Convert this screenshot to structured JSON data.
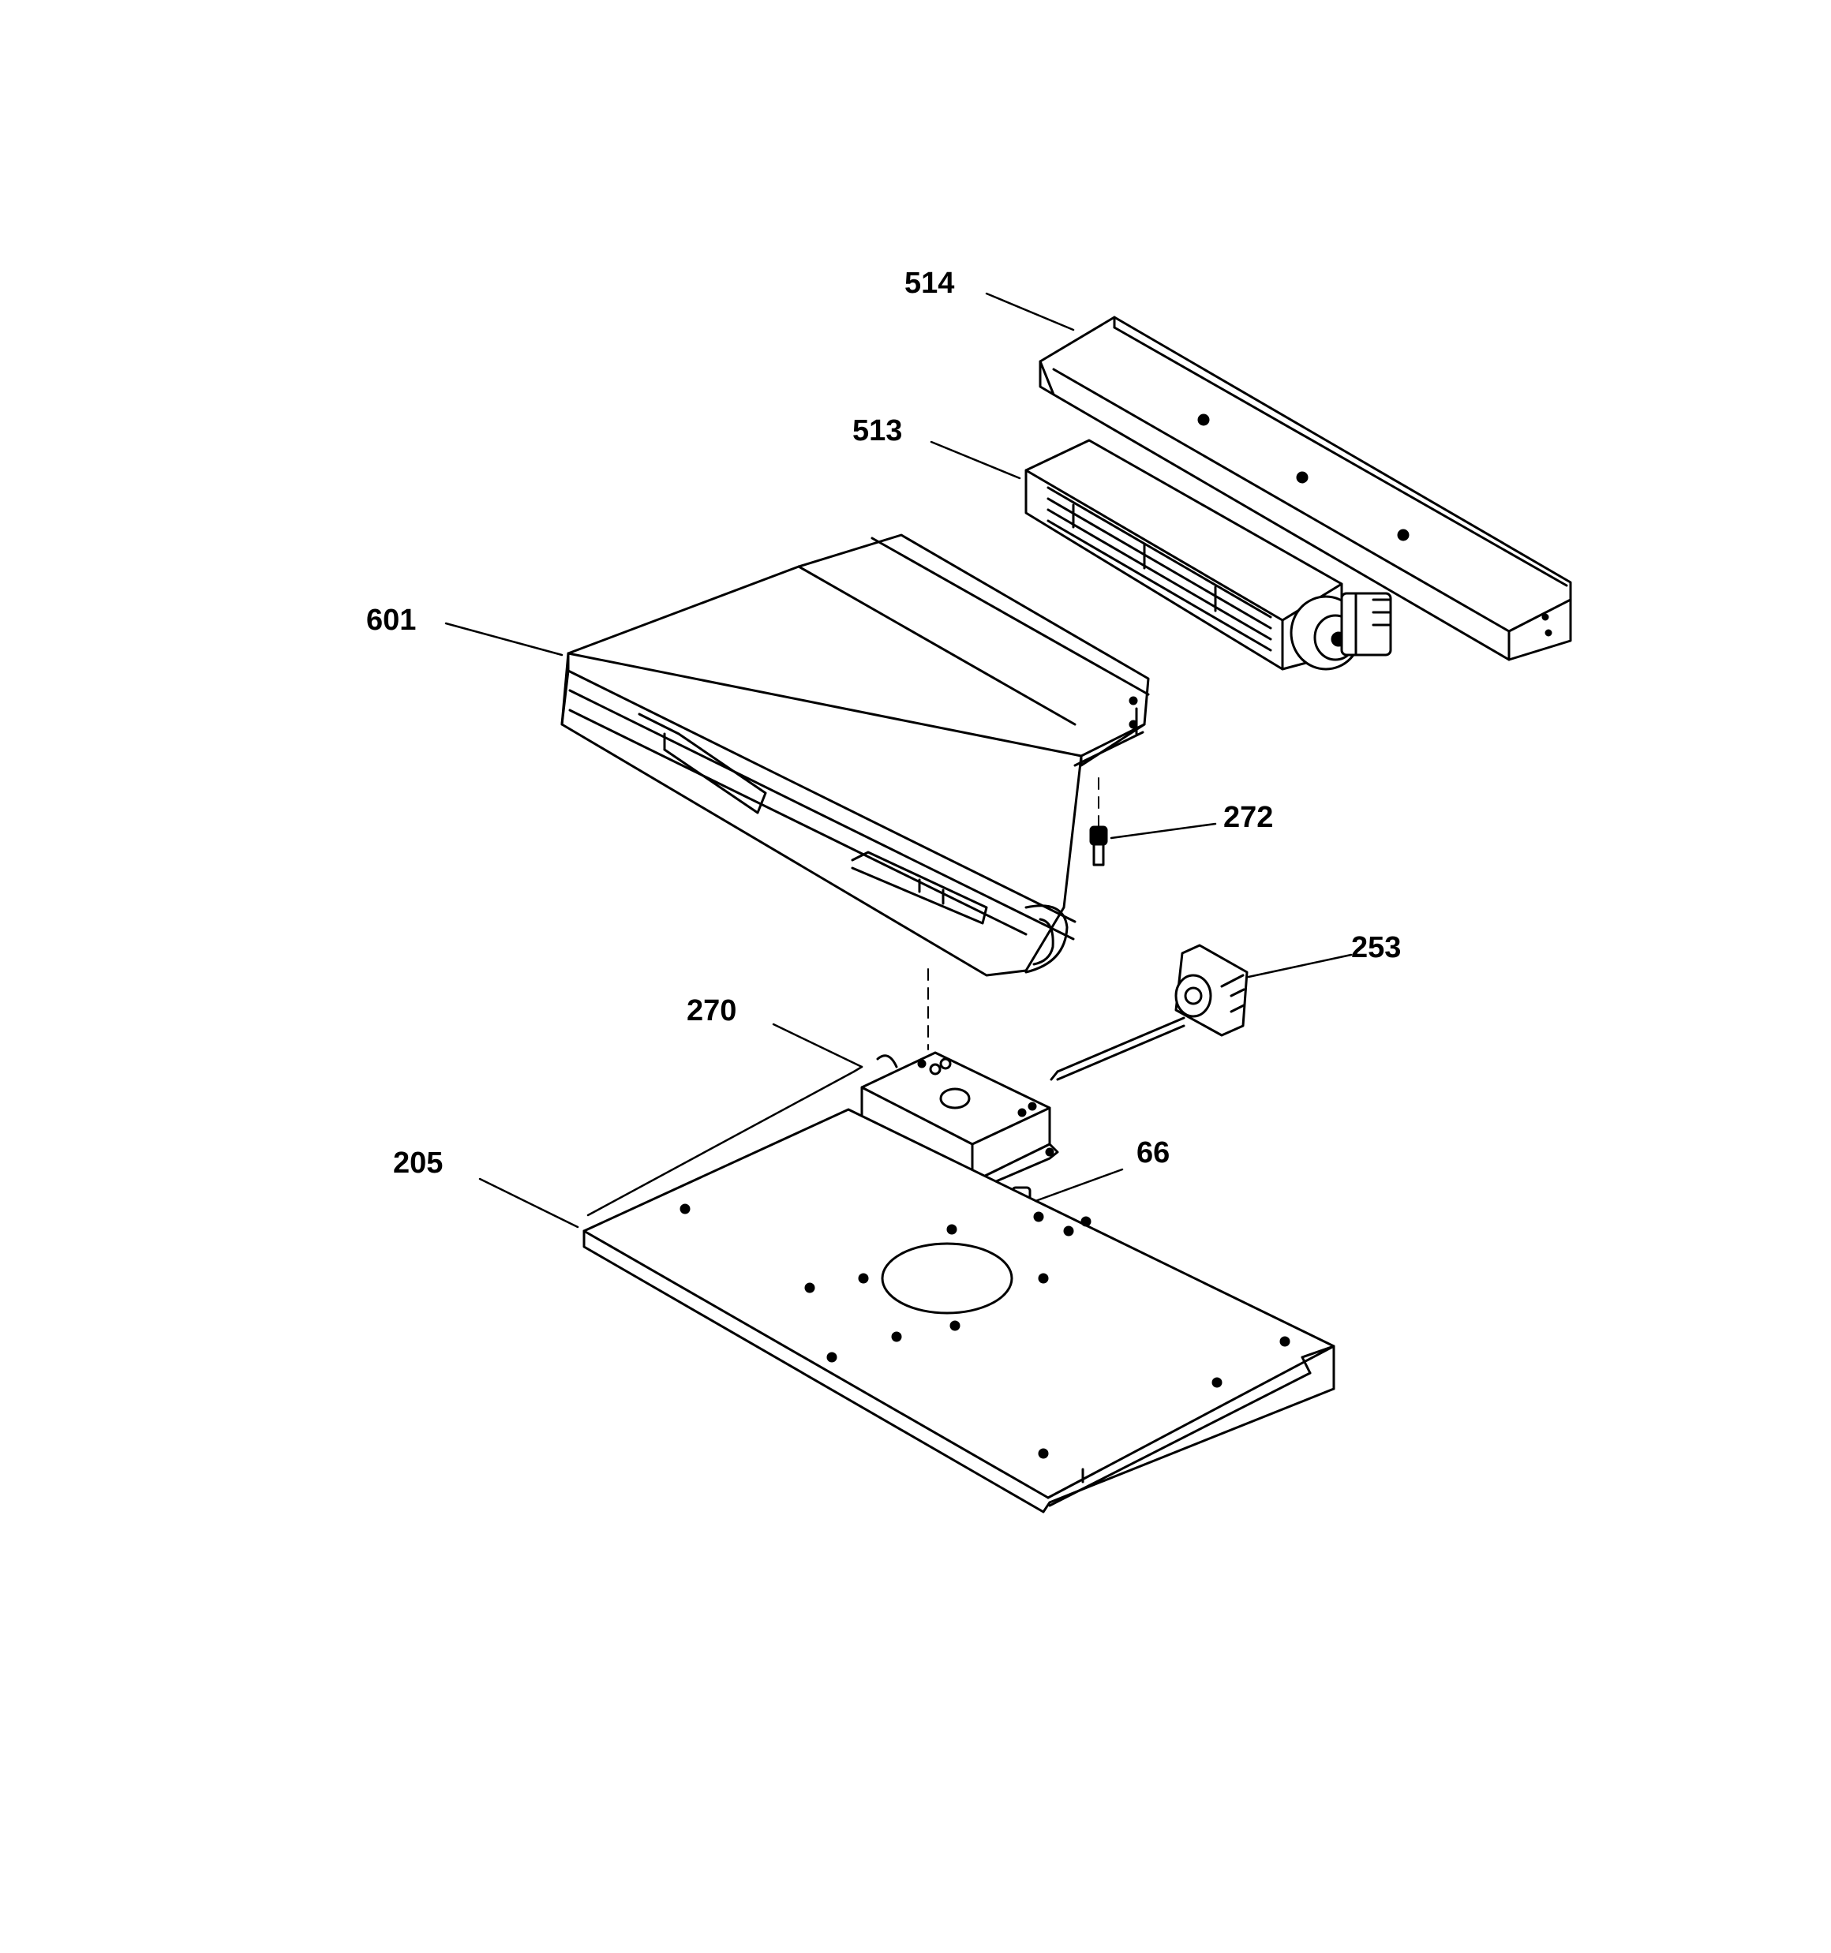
{
  "labels": {
    "p514": "514",
    "p513": "513",
    "p601": "601",
    "p272": "272",
    "p253": "253",
    "p270": "270",
    "p66": "66",
    "p205": "205"
  },
  "colors": {
    "ink": "#000000",
    "paper": "#ffffff"
  }
}
